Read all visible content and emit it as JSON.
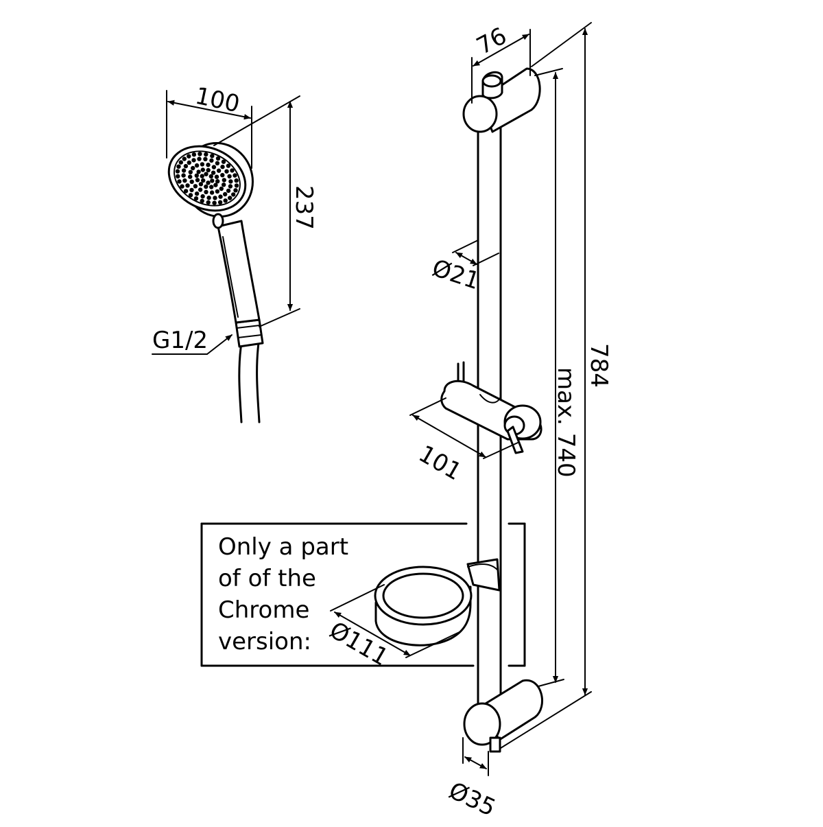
{
  "dimensions": {
    "head_width": "100",
    "hand_shower_length": "237",
    "connection_thread": "G1/2",
    "holder_width": "76",
    "rail_diameter": "Ø21",
    "slider_width": "101",
    "max_length": "max. 740",
    "total_length": "784",
    "soap_dish_diameter": "Ø111",
    "bracket_diameter": "Ø35"
  },
  "note": {
    "lines": [
      "Only a part",
      "of of the",
      "Chrome",
      "version:"
    ]
  }
}
